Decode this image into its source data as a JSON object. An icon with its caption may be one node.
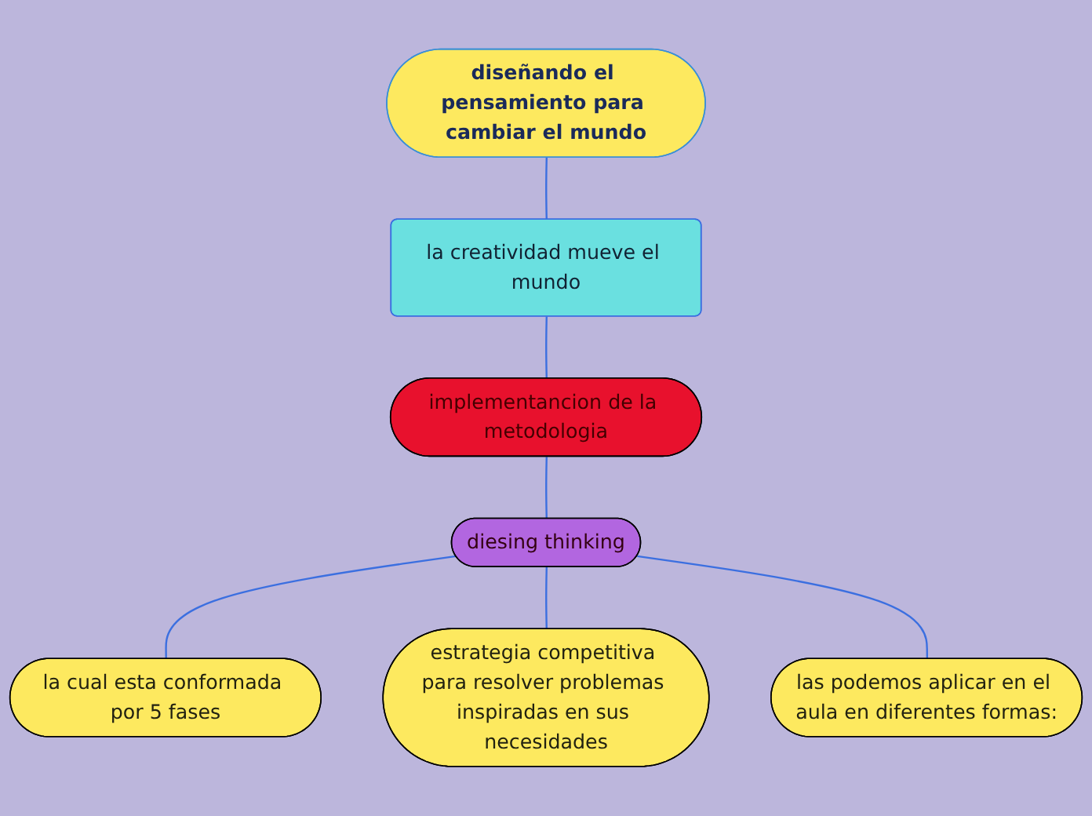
{
  "diagram": {
    "nodes": [
      {
        "text": [
          "diseñando el pensamiento para cambiar el mundo"
        ]
      },
      {
        "text": [
          "la creatividad mueve el mundo"
        ]
      },
      {
        "text": [
          "implementancion de la metodologia"
        ]
      },
      {
        "text": [
          "diesing thinking"
        ]
      },
      {
        "text": [
          "la cual esta conformada por 5 fases"
        ]
      },
      {
        "text": [
          "estrategia competitiva para resolver problemas inspiradas en sus necesidades"
        ]
      },
      {
        "text": [
          "las podemos aplicar en el aula en diferentes formas:"
        ]
      }
    ],
    "edges": [
      {
        "from": 0,
        "to": 1,
        "arrow": "none"
      },
      {
        "from": 1,
        "to": 2,
        "arrow": "none"
      },
      {
        "from": 2,
        "to": 3,
        "arrow": "none"
      },
      {
        "from": 3,
        "to": 4,
        "arrow": "none"
      },
      {
        "from": 3,
        "to": 5,
        "arrow": "none"
      },
      {
        "from": 3,
        "to": 6,
        "arrow": "none"
      }
    ]
  }
}
